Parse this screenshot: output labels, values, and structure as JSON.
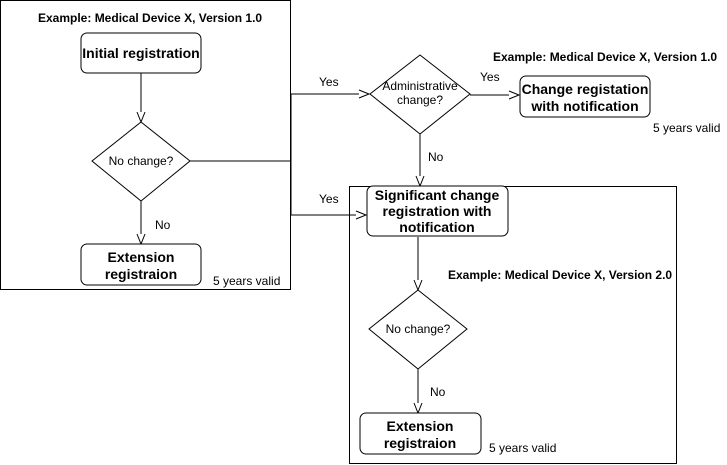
{
  "frames": {
    "v1": {
      "example": "Example: Medical Device X,  Version 1.0"
    },
    "v2": {
      "example": "Example: Medical Device X,  Version 2.0"
    }
  },
  "notes": {
    "change_example": "Example: Medical Device X,  Version 1.0"
  },
  "nodes": {
    "initial_registration": "Initial registration",
    "no_change_1": "No change?",
    "extension_1_line1": "Extension",
    "extension_1_line2": "registraion",
    "administrative_line1": "Administrative",
    "administrative_line2": "change?",
    "change_registration_line1": "Change registation",
    "change_registration_line2": "with notification",
    "significant_line1": "Significant change",
    "significant_line2": "registration with",
    "significant_line3": "notification",
    "no_change_2": "No change?",
    "extension_2_line1": "Extension",
    "extension_2_line2": "registraion"
  },
  "validity": {
    "v1_extension": "5 years valid",
    "change_registration": "5 years valid",
    "v2_extension": "5 years valid"
  },
  "edge_labels": {
    "no_1": "No",
    "yes_admin": "Yes",
    "yes_significant": "Yes",
    "yes_change": "Yes",
    "no_admin": "No",
    "no_2": "No"
  },
  "colors": {
    "stroke": "#000000",
    "fill": "#ffffff"
  }
}
